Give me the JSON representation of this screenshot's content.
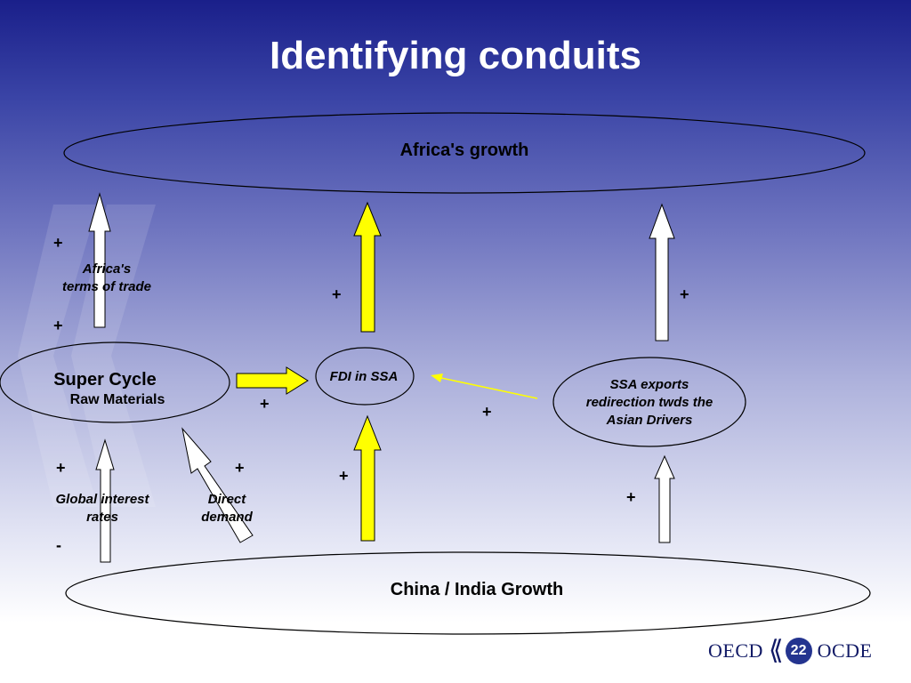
{
  "title": "Identifying conduits",
  "nodes": {
    "africa_growth": "Africa's growth",
    "super_cycle_title": "Super Cycle",
    "super_cycle_sub": "Raw Materials",
    "fdi": "FDI in SSA",
    "ssa_exports_1": "SSA exports",
    "ssa_exports_2": "redirection twds the",
    "ssa_exports_3": "Asian Drivers",
    "china_india": "China / India Growth"
  },
  "labels": {
    "terms_trade_1": "Africa's",
    "terms_trade_2": "terms of trade",
    "interest_1": "Global interest",
    "interest_2": "rates",
    "direct_1": "Direct",
    "direct_2": "demand"
  },
  "signs": {
    "plus": "+",
    "minus": "-"
  },
  "footer": {
    "left": "OECD",
    "page": "22",
    "right": "OCDE"
  },
  "colors": {
    "yellow_arrow": "#ffff00",
    "white_arrow": "#ffffff"
  }
}
